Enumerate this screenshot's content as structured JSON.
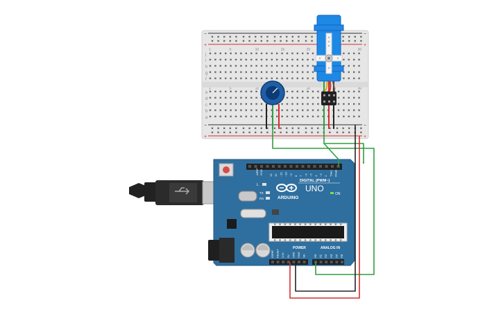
{
  "canvas": {
    "background": "#ffffff"
  },
  "breadboard": {
    "body_color": "#e6e6e6",
    "rail_plus_color": "#d32f2f",
    "rail_minus_color": "#333333",
    "plus_sign": "+",
    "minus_sign": "−",
    "row_letters_top": [
      "j",
      "i",
      "h",
      "g",
      "f"
    ],
    "row_letters_bottom": [
      "e",
      "d",
      "c",
      "b",
      "a"
    ],
    "column_numbers": [
      "1",
      "5",
      "10",
      "15",
      "20",
      "25",
      "30"
    ]
  },
  "potentiometer": {
    "color": "#1f5fa8",
    "knob_color": "#0d3b75"
  },
  "servo": {
    "body_color": "#1e88e5",
    "horn_color": "#f5f5f5"
  },
  "arduino": {
    "board_color": "#2f6f9f",
    "brand": "ARDUINO",
    "model": "UNO",
    "on_label": "ON",
    "tx_label": "TX",
    "rx_label": "RX",
    "l_label": "L",
    "aref_label": "AREF",
    "gnd_label": "GND",
    "digital_header_label": "DIGITAL (PWM~)",
    "digital_pins": [
      "13",
      "12",
      "~11",
      "~10",
      "~9",
      "8",
      "7",
      "~6",
      "~5",
      "4",
      "~3",
      "2",
      "TX▸1",
      "RX◂0"
    ],
    "power_header_label": "POWER",
    "power_pins": [
      "IOREF",
      "RESET",
      "3.3V",
      "5V",
      "GND",
      "GND",
      "Vin"
    ],
    "analog_header_label": "ANALOG IN",
    "analog_pins": [
      "A0",
      "A1",
      "A2",
      "A3",
      "A4",
      "A5"
    ]
  },
  "wires": {
    "signal_color": "#2e9e3e",
    "power_color": "#d32f2f",
    "ground_color": "#222222"
  }
}
